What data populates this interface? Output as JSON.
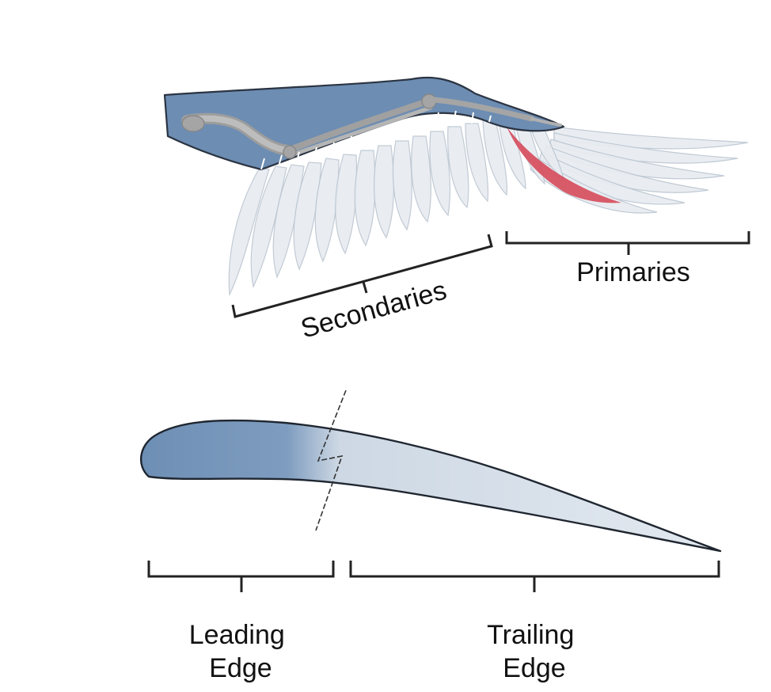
{
  "labels": {
    "secondaries": "Secondaries",
    "primaries": "Primaries",
    "leading_edge": [
      "Leading",
      "Edge"
    ],
    "trailing_edge": [
      "Trailing",
      "Edge"
    ]
  },
  "colors": {
    "wing_blue": "#6d8db3",
    "wing_outline": "#2b3442",
    "bone": "#9a9a9a",
    "feather": "#e8ecf1",
    "alula_red": "#d64a5a",
    "airfoil_dark": "#6e8fb5",
    "airfoil_light": "#dfe6ee"
  },
  "icons": {
    "wing": "bird-wing-icon",
    "airfoil": "airfoil-cross-section-icon"
  }
}
